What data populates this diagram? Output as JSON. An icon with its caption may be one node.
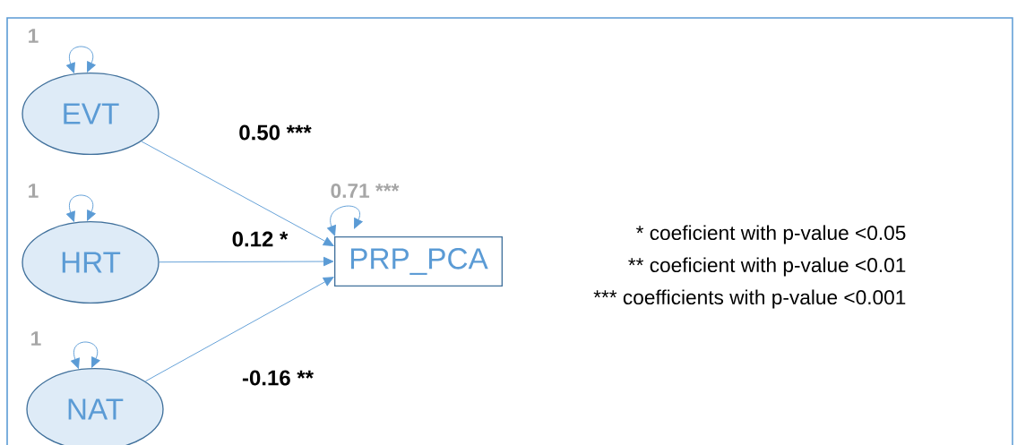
{
  "diagram": {
    "nodes": [
      {
        "text": [
          "EVT"
        ]
      },
      {
        "text": [
          "HRT"
        ]
      },
      {
        "text": [
          "NAT"
        ]
      },
      {
        "text": [
          "PRP_PCA"
        ]
      }
    ],
    "edges": [
      {
        "from": 0,
        "to": 0,
        "arrow": "both",
        "label": "1"
      },
      {
        "from": 1,
        "to": 1,
        "arrow": "both",
        "label": "1"
      },
      {
        "from": 2,
        "to": 2,
        "arrow": "both",
        "label": "1"
      },
      {
        "from": 3,
        "to": 3,
        "arrow": "both",
        "label": "0.71 ***"
      },
      {
        "from": 0,
        "to": 3,
        "arrow": "to",
        "label": "0.50 ***"
      },
      {
        "from": 1,
        "to": 3,
        "arrow": "to",
        "label": "0.12 *"
      },
      {
        "from": 2,
        "to": 3,
        "arrow": "to",
        "label": "-0.16 **"
      }
    ],
    "labels": [
      "* coeficient with p-value    <0.05",
      "** coeficient with p-value    <0.01",
      "*** coefficients with p-value <0.001"
    ]
  }
}
